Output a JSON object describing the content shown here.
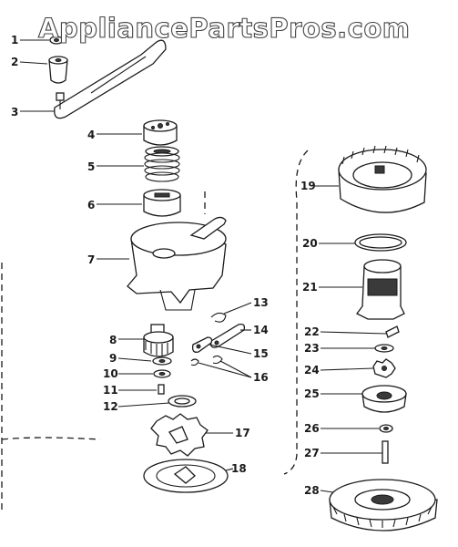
{
  "watermark": "AppliancePartsPros.com",
  "parts": [
    {
      "number": "1"
    },
    {
      "number": "2"
    },
    {
      "number": "3"
    },
    {
      "number": "4"
    },
    {
      "number": "5"
    },
    {
      "number": "6"
    },
    {
      "number": "7"
    },
    {
      "number": "8"
    },
    {
      "number": "9"
    },
    {
      "number": "10"
    },
    {
      "number": "11"
    },
    {
      "number": "12"
    },
    {
      "number": "13"
    },
    {
      "number": "14"
    },
    {
      "number": "15"
    },
    {
      "number": "16"
    },
    {
      "number": "17"
    },
    {
      "number": "18"
    },
    {
      "number": "19"
    },
    {
      "number": "20"
    },
    {
      "number": "21"
    },
    {
      "number": "22"
    },
    {
      "number": "23"
    },
    {
      "number": "24"
    },
    {
      "number": "25"
    },
    {
      "number": "26"
    },
    {
      "number": "27"
    },
    {
      "number": "28"
    }
  ],
  "colors": {
    "ink": "#1a1a1a",
    "background": "#ffffff",
    "watermark_outline": "#444444"
  }
}
